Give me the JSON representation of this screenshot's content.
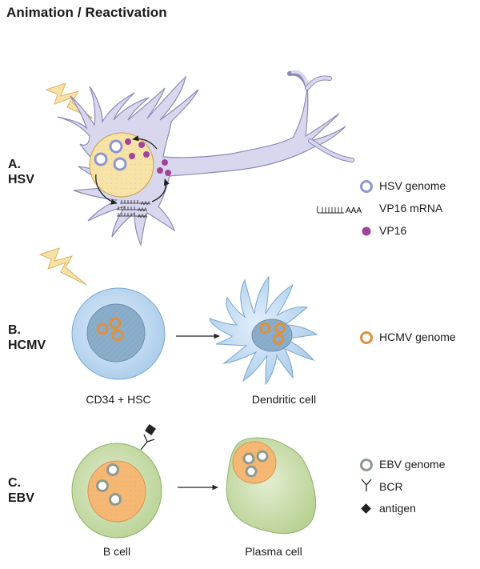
{
  "title": "Animation / Reactivation",
  "panels": {
    "a": {
      "letter": "A.",
      "virus": "HSV"
    },
    "b": {
      "letter": "B.",
      "virus": "HCMV",
      "left_cell": "CD34 + HSC",
      "right_cell": "Dendritic cell"
    },
    "c": {
      "letter": "C.",
      "virus": "EBV",
      "left_cell": "B cell",
      "right_cell": "Plasma cell"
    }
  },
  "legend": {
    "hsv_genome": "HSV genome",
    "vp16_mrna": "VP16 mRNA",
    "vp16_mrna_tail": "AAA",
    "vp16": "VP16",
    "hcmv_genome": "HCMV genome",
    "ebv_genome": "EBV genome",
    "bcr": "BCR",
    "antigen": "antigen"
  },
  "mrna_label": "AAA",
  "colors": {
    "neuron": "#d9d7ee",
    "nucleus_a": "#f7e3a8",
    "hsv_genome": "#9aa2d6",
    "vp16": "#a0449a",
    "lightning": "#f8e1a6",
    "hsc_cell": "#c9dff3",
    "hsc_nucleus": "#7fa4c2",
    "hcmv_genome": "#e1903c",
    "ebv_cell": "#cfe0b1",
    "ebv_nucleus": "#f5b874",
    "ebv_genome": "#8f9a8f"
  },
  "icons": [
    "lightning-icon",
    "genome-ring-icon",
    "vp16-dot-icon",
    "mrna-icon",
    "bcr-icon",
    "antigen-icon",
    "arrow-icon"
  ]
}
